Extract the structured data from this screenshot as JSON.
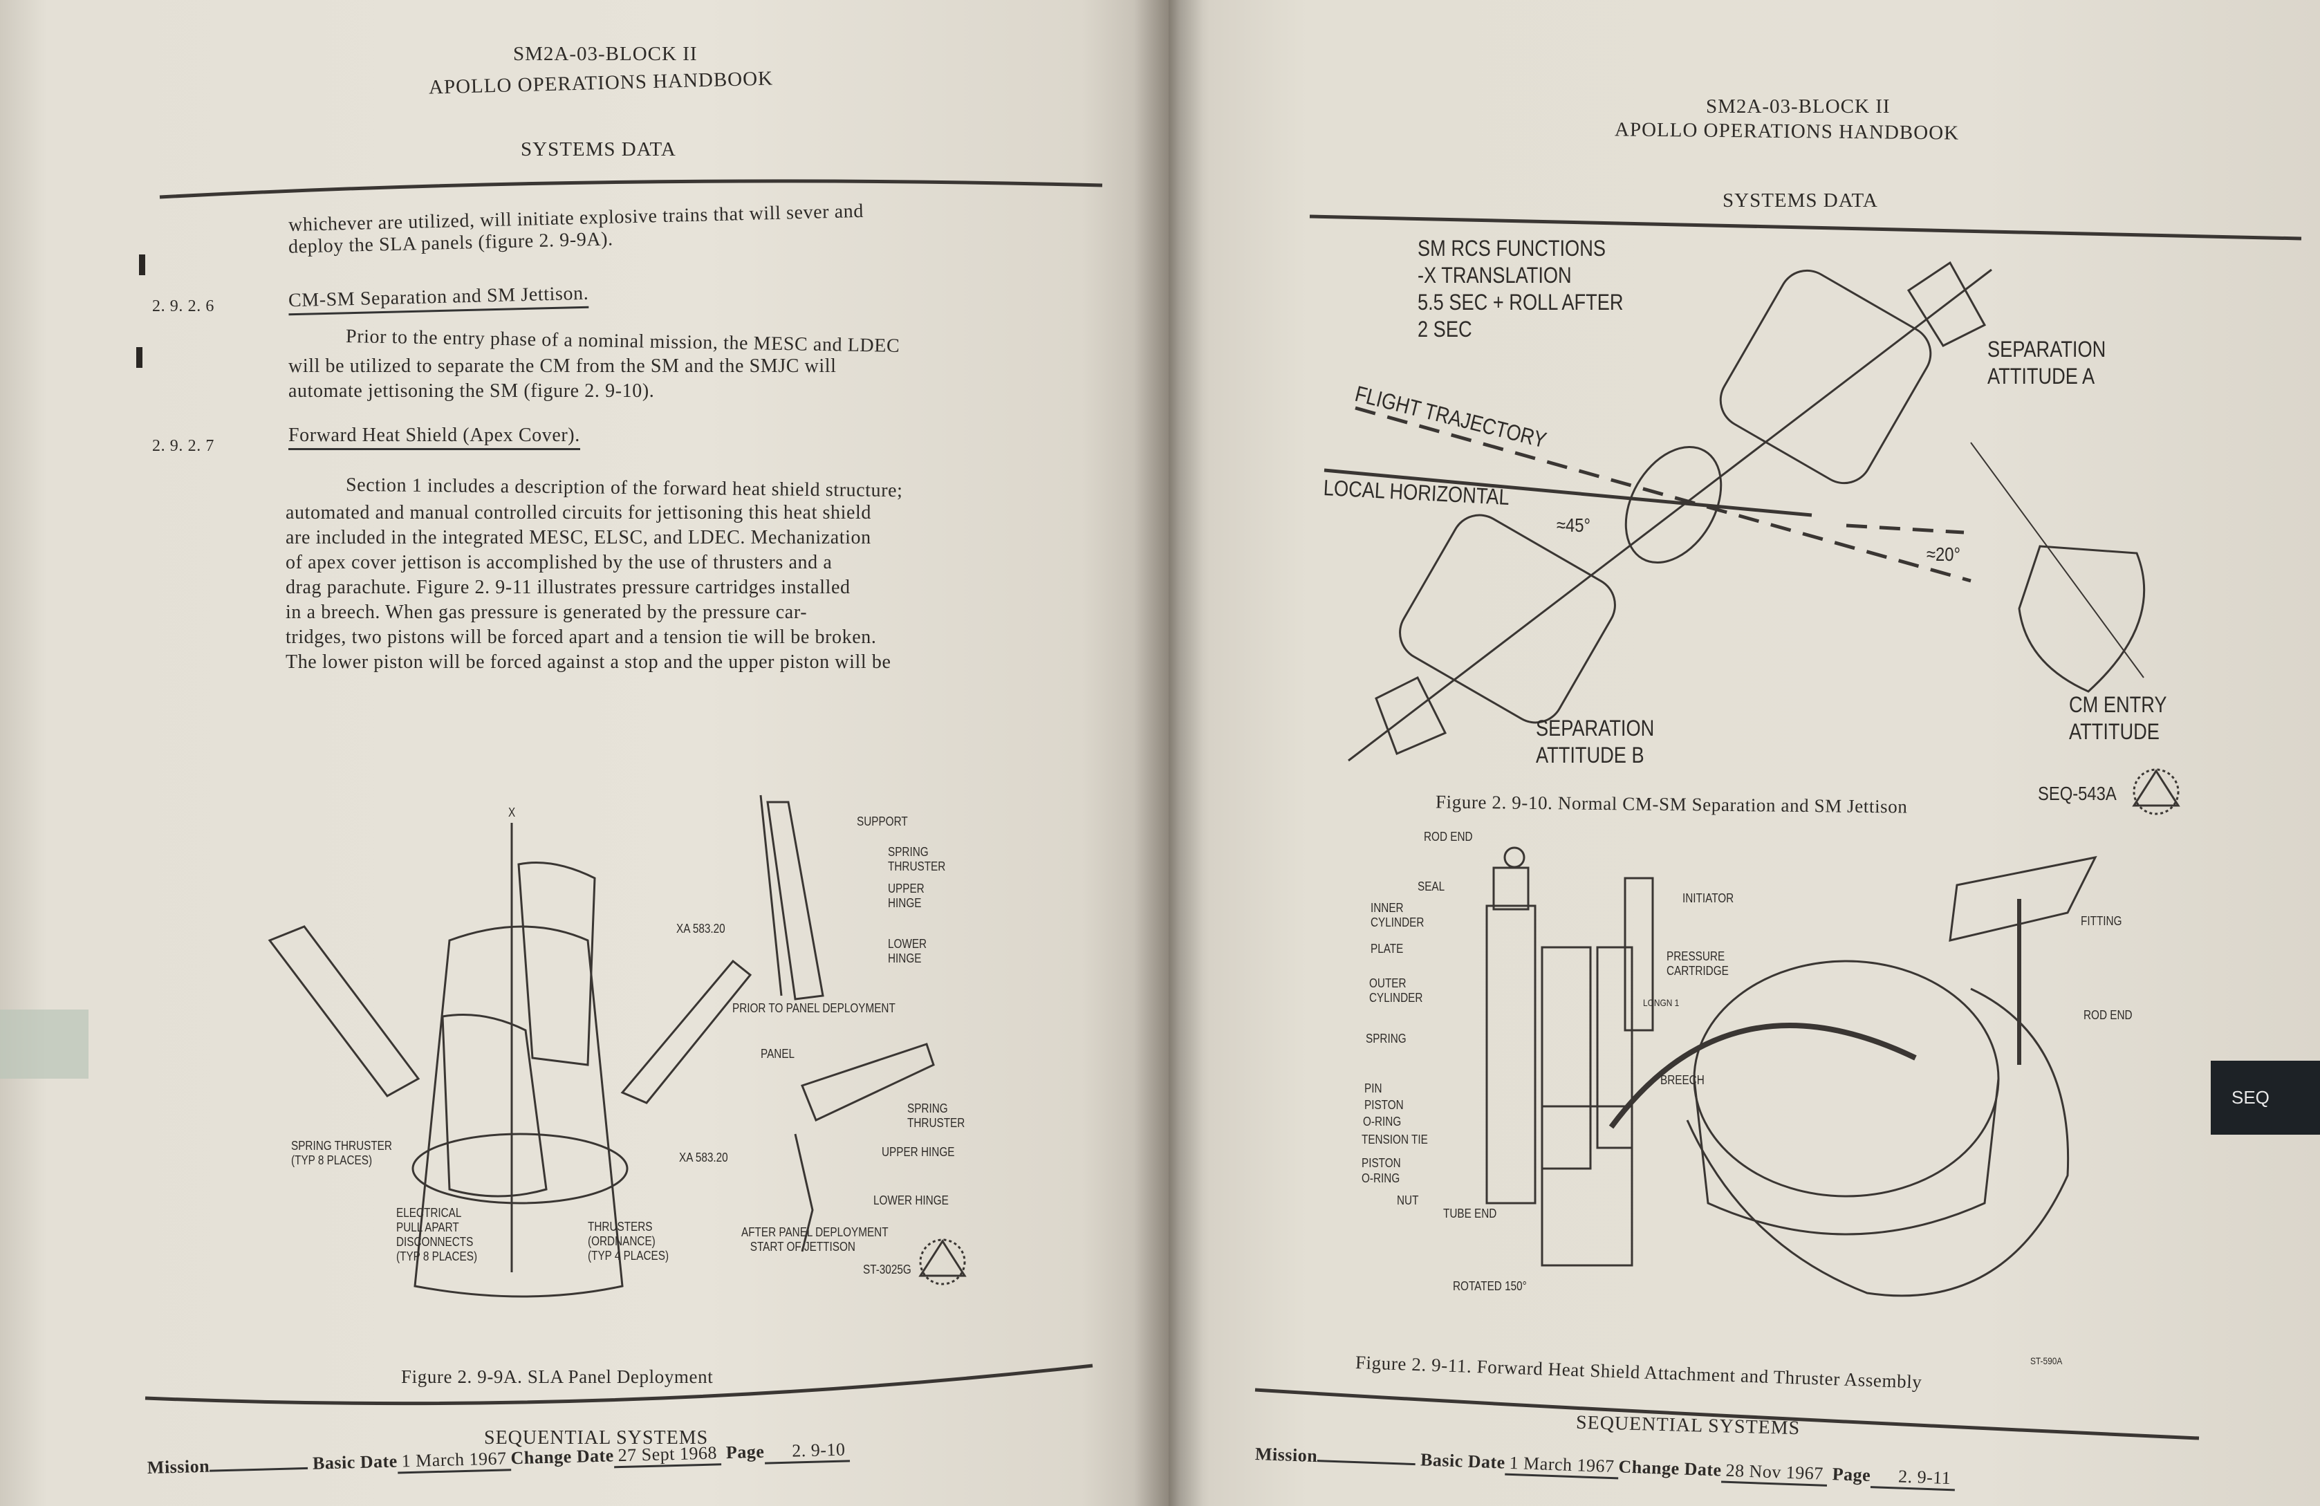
{
  "left_page": {
    "header": {
      "doc_id": "SM2A-03-BLOCK II",
      "title": "APOLLO OPERATIONS HANDBOOK",
      "section": "SYSTEMS DATA"
    },
    "intro_lines": [
      "whichever are utilized, will initiate explosive trains that will sever and",
      "deploy the SLA panels (figure 2. 9-9A)."
    ],
    "sections": [
      {
        "number": "2. 9. 2. 6",
        "heading": "CM-SM Separation and SM Jettison.",
        "lines": [
          "Prior to the entry phase of a nominal mission, the MESC and LDEC",
          "will be utilized to separate the CM from the SM and the SMJC will",
          "automate jettisoning the SM (figure 2. 9-10)."
        ]
      },
      {
        "number": "2. 9. 2. 7",
        "heading": "Forward Heat Shield (Apex Cover).",
        "lines": [
          "Section 1 includes a description of the forward heat shield structure;",
          "automated and manual controlled circuits for jettisoning this heat shield",
          "are included in the integrated MESC, ELSC, and LDEC.  Mechanization",
          "of apex cover jettison is accomplished by the use of thrusters and a",
          "drag parachute.  Figure 2. 9-11 illustrates pressure cartridges installed",
          "in a breech.  When gas pressure is generated by the pressure car-",
          "tridges, two pistons will be forced apart and a tension tie will be broken.",
          "The lower piston will be forced against a stop and the upper piston will be"
        ]
      }
    ],
    "figure": {
      "caption": "Figure 2. 9-9A.  SLA Panel Deployment",
      "labels": {
        "x_axis": "X",
        "support": "SUPPORT",
        "spring_thruster_1": "SPRING\nTHRUSTER",
        "upper_hinge_1": "UPPER\nHINGE",
        "xa_1": "XA 583.20",
        "lower_hinge_1": "LOWER\nHINGE",
        "prior": "PRIOR TO PANEL DEPLOYMENT",
        "panel": "PANEL",
        "spring_thruster_2": "SPRING\nTHRUSTER",
        "upper_hinge_2": "UPPER HINGE",
        "xa_2": "XA 583.20",
        "lower_hinge_2": "LOWER HINGE",
        "spring_thruster_typ": "SPRING THRUSTER\n(TYP 8 PLACES)",
        "electrical": "ELECTRICAL\nPULL APART\nDISCONNECTS\n(TYP 8 PLACES)",
        "thrusters": "THRUSTERS\n(ORDNANCE)\n(TYP 4 PLACES)",
        "after": "AFTER PANEL DEPLOYMENT\n   START OF JETTISON",
        "code": "ST-3025G"
      }
    },
    "footer": {
      "section": "SEQUENTIAL SYSTEMS",
      "mission_label": "Mission",
      "mission": "",
      "basic_date_label": "Basic Date",
      "basic_date": "1 March 1967",
      "change_date_label": "Change Date",
      "change_date": "27 Sept 1968",
      "page_label": "Page",
      "page": "2. 9-10"
    }
  },
  "right_page": {
    "header": {
      "doc_id": "SM2A-03-BLOCK II",
      "title": "APOLLO OPERATIONS HANDBOOK",
      "section": "SYSTEMS DATA"
    },
    "figure_10": {
      "caption": "Figure 2. 9-10.  Normal CM-SM Separation and SM Jettison",
      "labels": {
        "rcs": "SM RCS FUNCTIONS\n-X TRANSLATION\n5.5 SEC + ROLL AFTER\n2 SEC",
        "sep_a": "SEPARATION\nATTITUDE A",
        "trajectory": "FLIGHT TRAJECTORY",
        "horizontal": "LOCAL HORIZONTAL",
        "angle_45": "≈45°",
        "angle_20": "≈20°",
        "cm_entry": "CM ENTRY\nATTITUDE",
        "sep_b": "SEPARATION\nATTITUDE B",
        "code": "SEQ-543A"
      }
    },
    "figure_11": {
      "caption": "Figure 2. 9-11.  Forward Heat Shield Attachment and Thruster Assembly",
      "labels": {
        "rod_end_1": "ROD END",
        "seal": "SEAL",
        "inner_cyl": "INNER\nCYLINDER",
        "plate": "PLATE",
        "outer_cyl": "OUTER\nCYLINDER",
        "spring": "SPRING",
        "pin": "PIN",
        "piston_1": "PISTON",
        "oring_1": "O-RING",
        "tension_tie": "TENSION TIE",
        "piston_2": "PISTON",
        "oring_2": "O-RING",
        "nut": "NUT",
        "tube_end": "TUBE END",
        "rotated": "ROTATED 150°",
        "initiator": "INITIATOR",
        "cartridge": "PRESSURE\nCARTRIDGE",
        "longn": "LONGN 1",
        "breech": "BREECH",
        "fitting": "FITTING",
        "rod_end_2": "ROD END",
        "code": "ST-590A"
      }
    },
    "footer": {
      "section": "SEQUENTIAL SYSTEMS",
      "mission_label": "Mission",
      "mission": "",
      "basic_date_label": "Basic Date",
      "basic_date": "1 March 1967",
      "change_date_label": "Change Date",
      "change_date": "28 Nov 1967",
      "page_label": "Page",
      "page": "2. 9-11"
    },
    "tab": "SEQ"
  }
}
